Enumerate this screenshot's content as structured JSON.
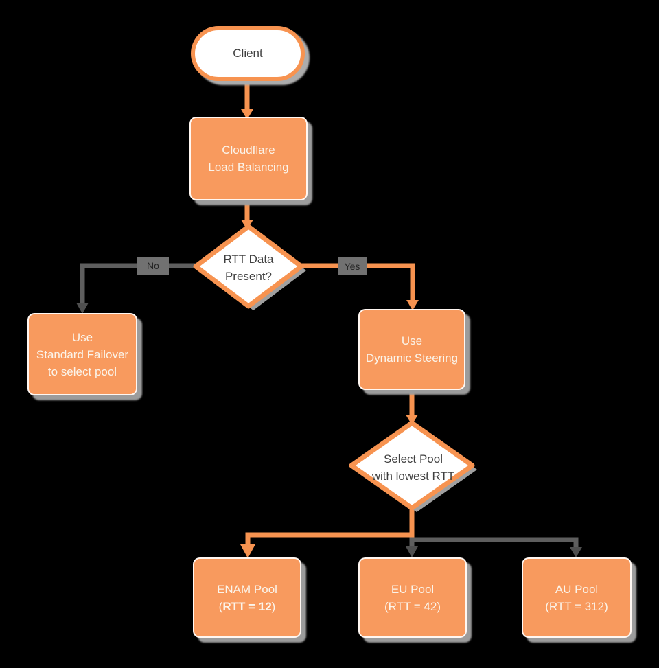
{
  "diagram_title": "Cloudflare Load Balancing flowchart",
  "colors": {
    "background": "#000000",
    "node_fill": "#F89A5E",
    "node_stroke": "#F79350",
    "node_text": "#FBF4EA",
    "decision_fill": "#FFFFFF",
    "decision_text": "#3F3F3F",
    "gray_connector": "#5E5E5E",
    "gray_arrowhead": "#4F4F4F",
    "shadow": "#9C9C9C",
    "edge_label_bg": "#717171"
  },
  "nodes": {
    "client": {
      "label": "Client"
    },
    "load_balancer": {
      "line1": "Cloudflare",
      "line2": "Load Balancing"
    },
    "rtt_decision": {
      "line1": "RTT Data",
      "line2": "Present?"
    },
    "standard_failover": {
      "line1": "Use",
      "line2": "Standard Failover",
      "line3": "to select pool"
    },
    "dynamic_steering": {
      "line1": "Use",
      "line2": "Dynamic Steering"
    },
    "select_pool": {
      "line1": "Select Pool",
      "line2": "with lowest RTT"
    },
    "enam_pool": {
      "line1": "ENAM Pool",
      "line2_open": "(",
      "line2_bold": "RTT = 12",
      "line2_close": ")"
    },
    "eu_pool": {
      "line1": "EU Pool",
      "line2": "(RTT = 42)"
    },
    "au_pool": {
      "line1": "AU Pool",
      "line2": "(RTT = 312)"
    }
  },
  "edges": {
    "no_label": "No",
    "yes_label": "Yes"
  }
}
